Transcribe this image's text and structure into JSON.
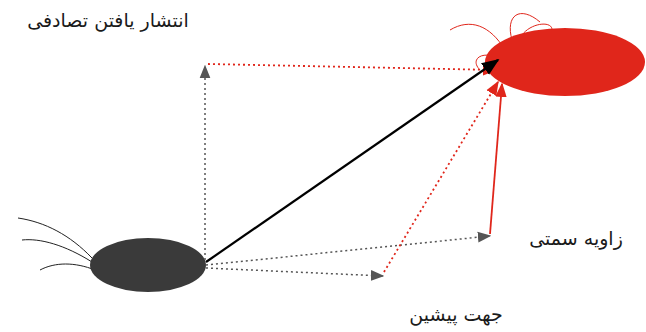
{
  "diagram": {
    "labels": [
      "انتشار یافتن تصادفی",
      "زاویه سمتی",
      "جهت پیشین"
    ]
  }
}
